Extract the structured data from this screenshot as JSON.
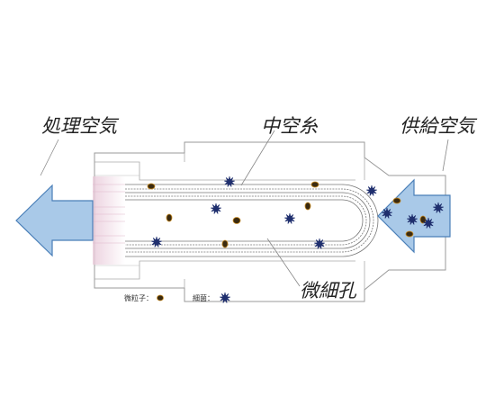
{
  "labels": {
    "treated_air": "処理空気",
    "hollow_fiber": "中空糸",
    "supply_air": "供給空気",
    "micropore": "微細孔"
  },
  "legend": {
    "particle": "微粒子：",
    "bacteria": "細菌："
  },
  "colors": {
    "arrow_fill": "#a9c9e8",
    "arrow_stroke": "#4a7fb8",
    "particle": "#3a2a10",
    "particle_ring": "#c88a20",
    "bacteria": "#1f2f6e",
    "housing_line": "#888888",
    "fiber_line": "#777777",
    "inlet_gradient": "#e8c8d8"
  },
  "icons": {
    "particle": "particle-icon",
    "bacteria": "bacteria-icon"
  }
}
